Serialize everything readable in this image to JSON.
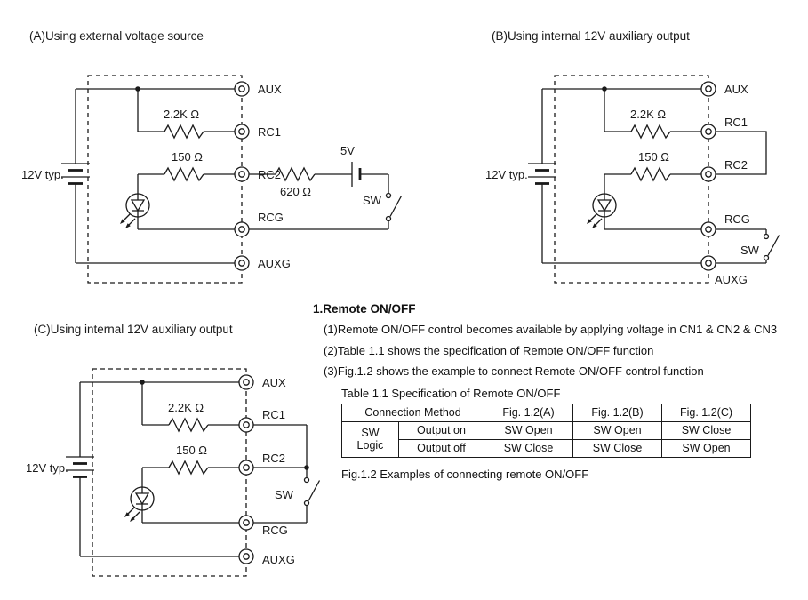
{
  "circuits": {
    "a": {
      "title": "(A)Using external voltage source",
      "source": "12V typ.",
      "r1": "2.2K Ω",
      "r2": "150 Ω",
      "r3": "620 Ω",
      "v_ext": "5V",
      "sw": "SW",
      "terminals": {
        "aux": "AUX",
        "rc1": "RC1",
        "rc2": "RC2",
        "rcg": "RCG",
        "auxg": "AUXG"
      }
    },
    "b": {
      "title": "(B)Using internal 12V auxiliary output",
      "source": "12V typ.",
      "r1": "2.2K Ω",
      "r2": "150 Ω",
      "sw": "SW",
      "terminals": {
        "aux": "AUX",
        "rc1": "RC1",
        "rc2": "RC2",
        "rcg": "RCG",
        "auxg": "AUXG"
      }
    },
    "c": {
      "title": "(C)Using internal 12V auxiliary output",
      "source": "12V typ.",
      "r1": "2.2K Ω",
      "r2": "150 Ω",
      "sw": "SW",
      "terminals": {
        "aux": "AUX",
        "rc1": "RC1",
        "rc2": "RC2",
        "rcg": "RCG",
        "auxg": "AUXG"
      }
    }
  },
  "section": {
    "heading": "1.Remote ON/OFF",
    "items": [
      "(1)Remote ON/OFF control becomes available by applying voltage in CN1 & CN2 & CN3",
      "(2)Table 1.1 shows the specification of Remote ON/OFF function",
      "(3)Fig.1.2 shows the example to connect Remote ON/OFF control function"
    ],
    "table_title": "Table 1.1 Specification of Remote ON/OFF",
    "fig_caption": "Fig.1.2 Examples of connecting remote ON/OFF"
  },
  "table": {
    "header": {
      "method": "Connection Method",
      "a": "Fig. 1.2(A)",
      "b": "Fig. 1.2(B)",
      "c": "Fig. 1.2(C)"
    },
    "group": "SW Logic",
    "rows": [
      {
        "label": "Output on",
        "a": "SW Open",
        "b": "SW Open",
        "c": "SW Close"
      },
      {
        "label": "Output off",
        "a": "SW Close",
        "b": "SW Close",
        "c": "SW Open"
      }
    ]
  },
  "colors": {
    "ink": "#1a1a1a",
    "background": "#ffffff"
  }
}
